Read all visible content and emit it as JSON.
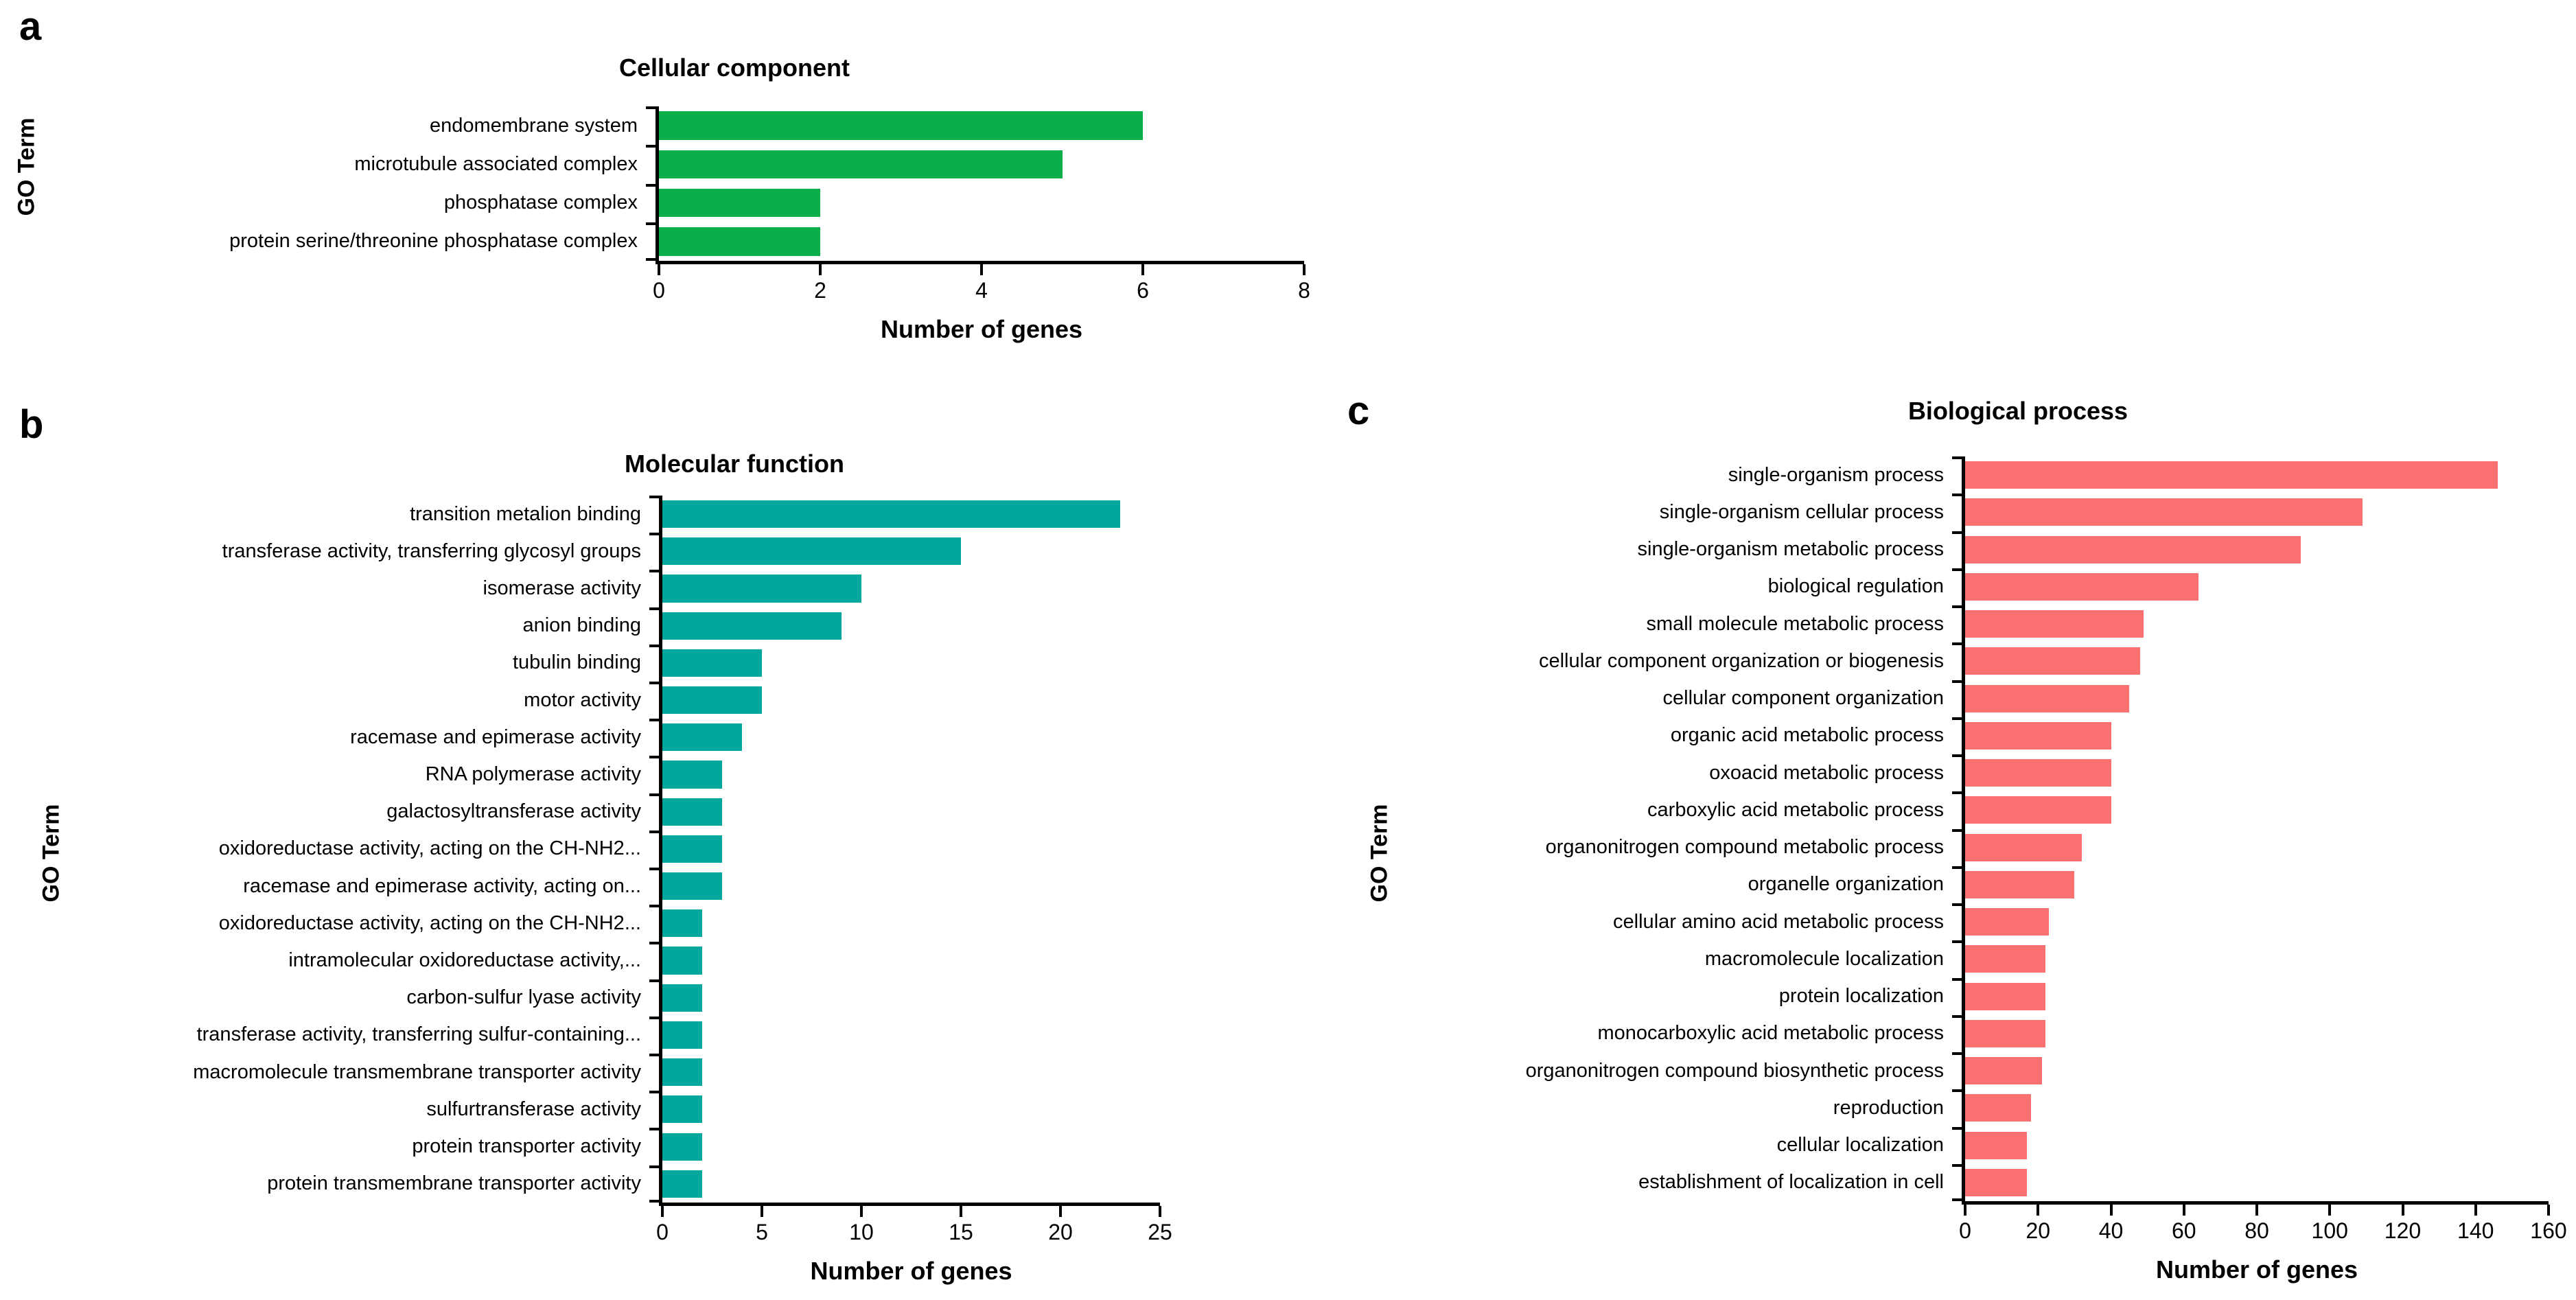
{
  "figure": {
    "axis_y_caption": "GO Term",
    "axis_x_caption": "Number of genes"
  },
  "panels": [
    {
      "letter": "a",
      "title": "Cellular component",
      "color": "#0aaf49"
    },
    {
      "letter": "b",
      "title": "Molecular function",
      "color": "#00a79d"
    },
    {
      "letter": "c",
      "title": "Biological process",
      "color": "#fb7070"
    }
  ],
  "chart_data": [
    {
      "type": "bar",
      "orientation": "horizontal",
      "panel": "a",
      "title": "Cellular component",
      "xlabel": "Number of genes",
      "ylabel": "GO Term",
      "color": "#0aaf49",
      "xlim": [
        0,
        8
      ],
      "xticks": [
        0,
        2,
        4,
        6,
        8
      ],
      "grid": false,
      "legend": "none",
      "categories": [
        "endomembrane system",
        "microtubule associated complex",
        "phosphatase complex",
        "protein serine/threonine phosphatase complex"
      ],
      "values": [
        6,
        5,
        2,
        2
      ]
    },
    {
      "type": "bar",
      "orientation": "horizontal",
      "panel": "b",
      "title": "Molecular function",
      "xlabel": "Number of genes",
      "ylabel": "GO Term",
      "color": "#00a79d",
      "xlim": [
        0,
        25
      ],
      "xticks": [
        0,
        5,
        10,
        15,
        20,
        25
      ],
      "grid": false,
      "legend": "none",
      "categories": [
        "transition metalion binding",
        "transferase activity, transferring glycosyl groups",
        "isomerase activity",
        "anion binding",
        "tubulin binding",
        "motor activity",
        "racemase and epimerase activity",
        "RNA polymerase activity",
        "galactosyltransferase activity",
        "oxidoreductase activity, acting on the CH-NH2...",
        "racemase and epimerase activity, acting on...",
        "oxidoreductase activity, acting on the CH-NH2...",
        "intramolecular oxidoreductase activity,...",
        "carbon-sulfur lyase activity",
        "transferase activity, transferring sulfur-containing...",
        "macromolecule transmembrane transporter activity",
        "sulfurtransferase activity",
        "protein transporter activity",
        "protein transmembrane transporter activity"
      ],
      "values": [
        23,
        15,
        10,
        9,
        5,
        5,
        4,
        3,
        3,
        3,
        3,
        2,
        2,
        2,
        2,
        2,
        2,
        2,
        2
      ]
    },
    {
      "type": "bar",
      "orientation": "horizontal",
      "panel": "c",
      "title": "Biological process",
      "xlabel": "Number of genes",
      "ylabel": "GO Term",
      "color": "#fb7070",
      "xlim": [
        0,
        160
      ],
      "xticks": [
        0,
        20,
        40,
        60,
        80,
        100,
        120,
        140,
        160
      ],
      "grid": false,
      "legend": "none",
      "categories": [
        "single-organism process",
        "single-organism cellular process",
        "single-organism metabolic process",
        "biological regulation",
        "small molecule metabolic process",
        "cellular component organization or biogenesis",
        "cellular component organization",
        "organic acid metabolic process",
        "oxoacid metabolic process",
        "carboxylic acid metabolic process",
        "organonitrogen compound metabolic process",
        "organelle organization",
        "cellular amino acid metabolic process",
        "macromolecule localization",
        "protein localization",
        "monocarboxylic acid metabolic process",
        "organonitrogen compound biosynthetic process",
        "reproduction",
        "cellular localization",
        "establishment of localization in cell"
      ],
      "values": [
        146,
        109,
        92,
        64,
        49,
        48,
        45,
        40,
        40,
        40,
        32,
        30,
        23,
        22,
        22,
        22,
        21,
        18,
        17,
        17
      ]
    }
  ]
}
